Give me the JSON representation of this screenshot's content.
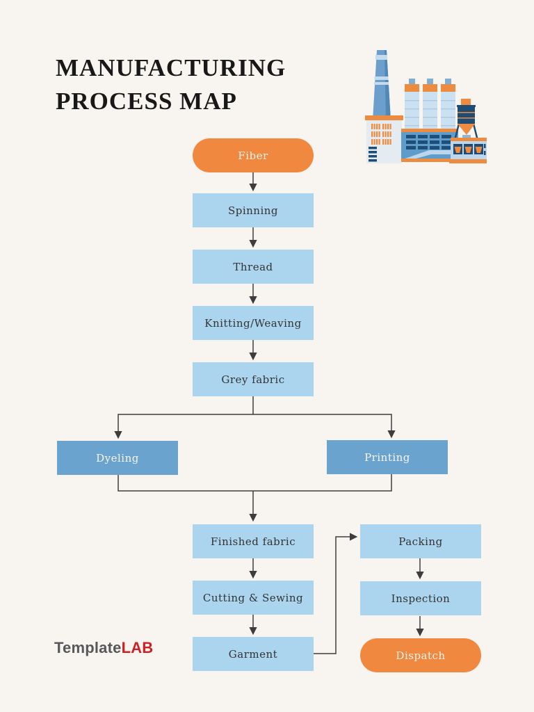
{
  "header": {
    "title_line1": "MANUFACTURING",
    "title_line2": "PROCESS MAP"
  },
  "branding": {
    "part1": "Template",
    "part2": "LAB"
  },
  "colors": {
    "background": "#f8f5f1",
    "accent_orange": "#f0883f",
    "light_blue": "#abd4ee",
    "medium_blue": "#69a3ce",
    "connector_gray": "#3d3d3d",
    "brand_gray": "#57585a",
    "brand_red": "#cb2026"
  },
  "illustration": {
    "name": "factory-illustration"
  },
  "flowchart": {
    "nodes": [
      {
        "id": "fiber",
        "label": "Fiber",
        "shape": "pill",
        "color": "orange"
      },
      {
        "id": "spinning",
        "label": "Spinning",
        "shape": "rectangle",
        "color": "light-blue"
      },
      {
        "id": "thread",
        "label": "Thread",
        "shape": "rectangle",
        "color": "light-blue"
      },
      {
        "id": "knitting-weaving",
        "label": "Knitting/Weaving",
        "shape": "rectangle",
        "color": "light-blue"
      },
      {
        "id": "grey-fabric",
        "label": "Grey fabric",
        "shape": "rectangle",
        "color": "light-blue"
      },
      {
        "id": "dyeling",
        "label": "Dyeling",
        "shape": "rectangle",
        "color": "medium-blue"
      },
      {
        "id": "printing",
        "label": "Printing",
        "shape": "rectangle",
        "color": "medium-blue"
      },
      {
        "id": "finished-fabric",
        "label": "Finished fabric",
        "shape": "rectangle",
        "color": "light-blue"
      },
      {
        "id": "cutting-sewing",
        "label": "Cutting & Sewing",
        "shape": "rectangle",
        "color": "light-blue"
      },
      {
        "id": "garment",
        "label": "Garment",
        "shape": "rectangle",
        "color": "light-blue"
      },
      {
        "id": "packing",
        "label": "Packing",
        "shape": "rectangle",
        "color": "light-blue"
      },
      {
        "id": "inspection",
        "label": "Inspection",
        "shape": "rectangle",
        "color": "light-blue"
      },
      {
        "id": "dispatch",
        "label": "Dispatch",
        "shape": "pill",
        "color": "orange"
      }
    ],
    "edges": [
      {
        "from": "fiber",
        "to": "spinning"
      },
      {
        "from": "spinning",
        "to": "thread"
      },
      {
        "from": "thread",
        "to": "knitting-weaving"
      },
      {
        "from": "knitting-weaving",
        "to": "grey-fabric"
      },
      {
        "from": "grey-fabric",
        "to": "dyeling"
      },
      {
        "from": "grey-fabric",
        "to": "printing"
      },
      {
        "from": "dyeling",
        "to": "finished-fabric"
      },
      {
        "from": "printing",
        "to": "finished-fabric"
      },
      {
        "from": "finished-fabric",
        "to": "cutting-sewing"
      },
      {
        "from": "cutting-sewing",
        "to": "garment"
      },
      {
        "from": "garment",
        "to": "packing"
      },
      {
        "from": "packing",
        "to": "inspection"
      },
      {
        "from": "inspection",
        "to": "dispatch"
      }
    ]
  }
}
